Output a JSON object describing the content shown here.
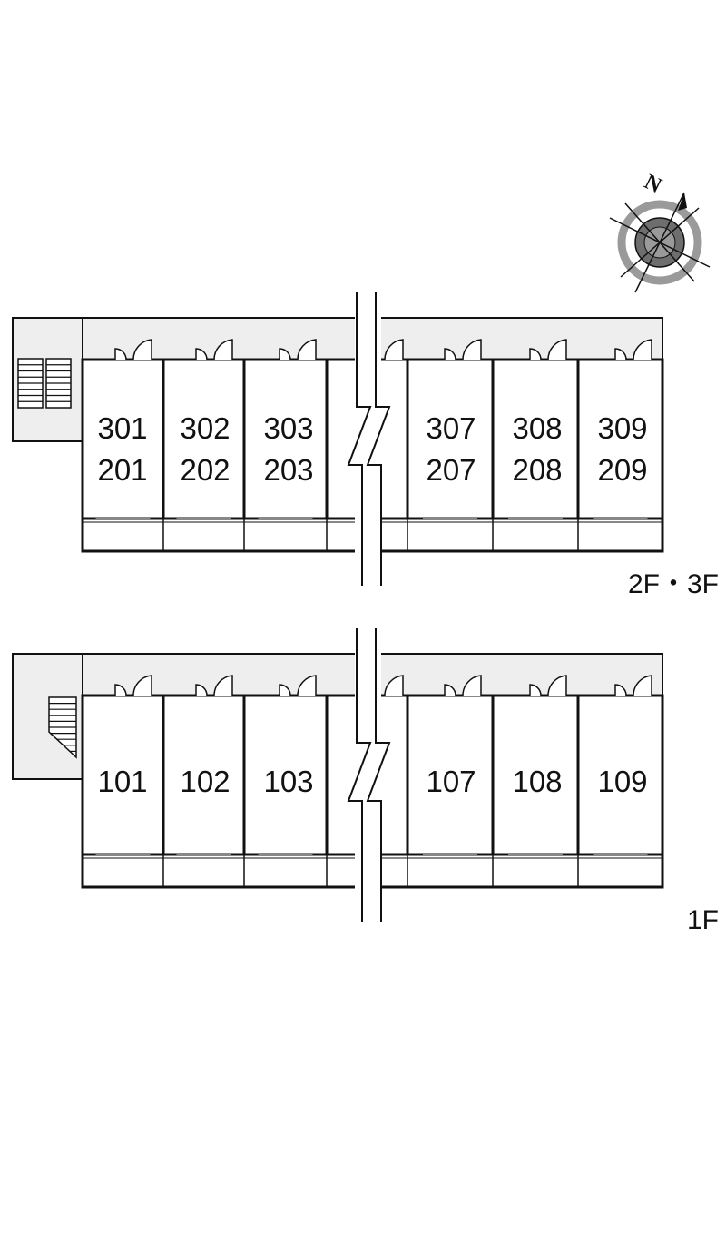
{
  "north_label": "N",
  "colors": {
    "corridor": "#eeeeee",
    "wall": "#111111",
    "compass_gray": "#9a9a9a",
    "compass_dark": "#6e6e6e"
  },
  "floors": [
    {
      "id": "upper",
      "floor_label": "2F・3F",
      "units": [
        {
          "upper": "301",
          "lower": "201"
        },
        {
          "upper": "302",
          "lower": "202"
        },
        {
          "upper": "303",
          "lower": "203"
        },
        {
          "upper": "307",
          "lower": "207"
        },
        {
          "upper": "308",
          "lower": "208"
        },
        {
          "upper": "309",
          "lower": "209"
        }
      ]
    },
    {
      "id": "ground",
      "floor_label": "1F",
      "units": [
        {
          "upper": "101"
        },
        {
          "upper": "102"
        },
        {
          "upper": "103"
        },
        {
          "upper": "107"
        },
        {
          "upper": "108"
        },
        {
          "upper": "109"
        }
      ]
    }
  ]
}
